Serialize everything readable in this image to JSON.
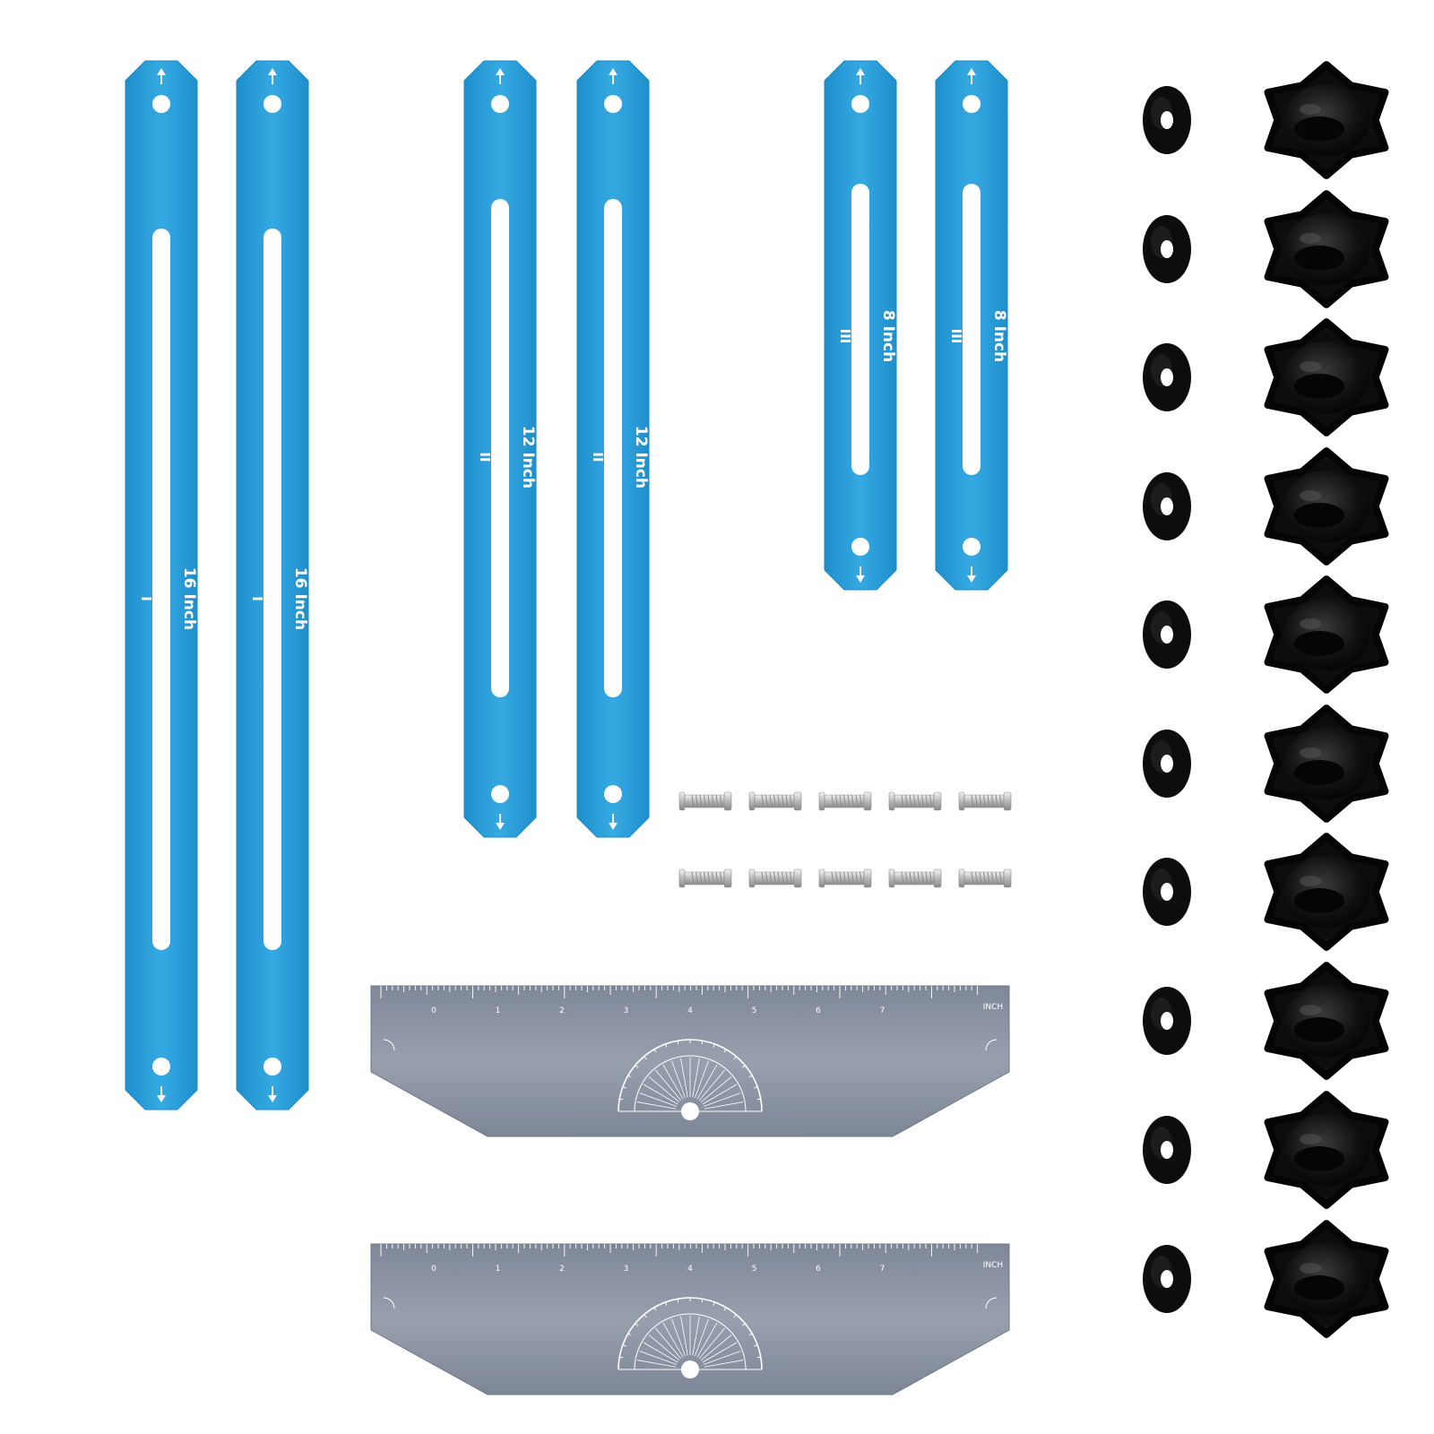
{
  "colors": {
    "bar_blue": "#2a9fd8",
    "bar_blue_edge": "#1b8ac2",
    "ruler_gray": "#8b93a3",
    "hardware_black": "#0d0d0d",
    "bolt_silver": "#c8c8c8"
  },
  "bars": {
    "long": {
      "numeral": "I",
      "size": "16 Inch"
    },
    "medium": {
      "numeral": "II",
      "size": "12 Inch"
    },
    "short": {
      "numeral": "III",
      "size": "8 Inch"
    }
  },
  "ruler": {
    "inch_label": "INCH",
    "numbers": [
      "0",
      "1",
      "2",
      "3",
      "4",
      "5",
      "6",
      "7"
    ]
  },
  "icons": {
    "arrow_up": "arrow-up-icon",
    "arrow_down": "arrow-down-icon",
    "washer": "washer-icon",
    "knob": "star-knob-icon",
    "bolt": "bolt-icon"
  }
}
